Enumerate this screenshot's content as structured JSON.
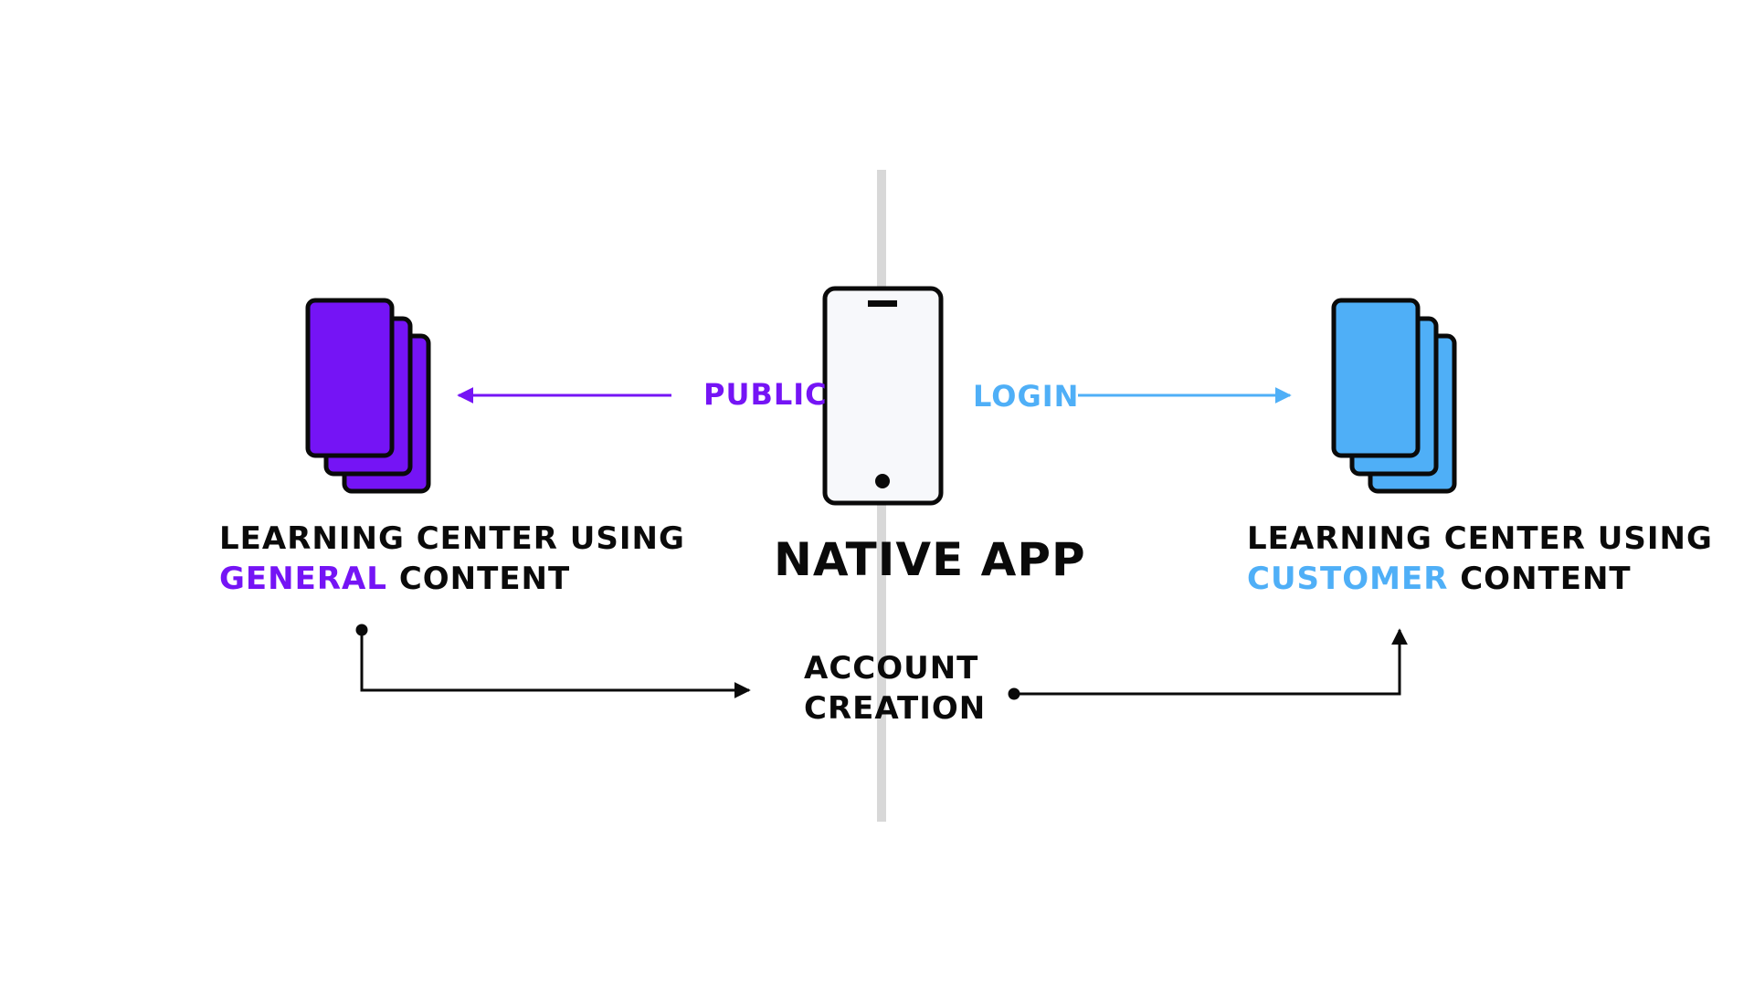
{
  "colors": {
    "general": "#7514F5",
    "customer": "#4FAFF7",
    "text": "#0a0a0a",
    "divider": "#d8d8d8",
    "phone_screen": "#f7f8fb"
  },
  "labels": {
    "public": "PUBLIC",
    "login": "LOGIN",
    "native_app": "NATIVE APP",
    "left_caption": {
      "line1": "LEARNING CENTER USING",
      "highlight": "GENERAL",
      "suffix": " CONTENT"
    },
    "right_caption": {
      "line1": "LEARNING CENTER USING",
      "highlight": "CUSTOMER",
      "suffix": " CONTENT"
    },
    "account_creation": {
      "line1": "ACCOUNT",
      "line2": "CREATION"
    }
  },
  "icons": {
    "native": "phone-icon",
    "general": "stacked-cards-icon",
    "customer": "stacked-cards-icon"
  }
}
